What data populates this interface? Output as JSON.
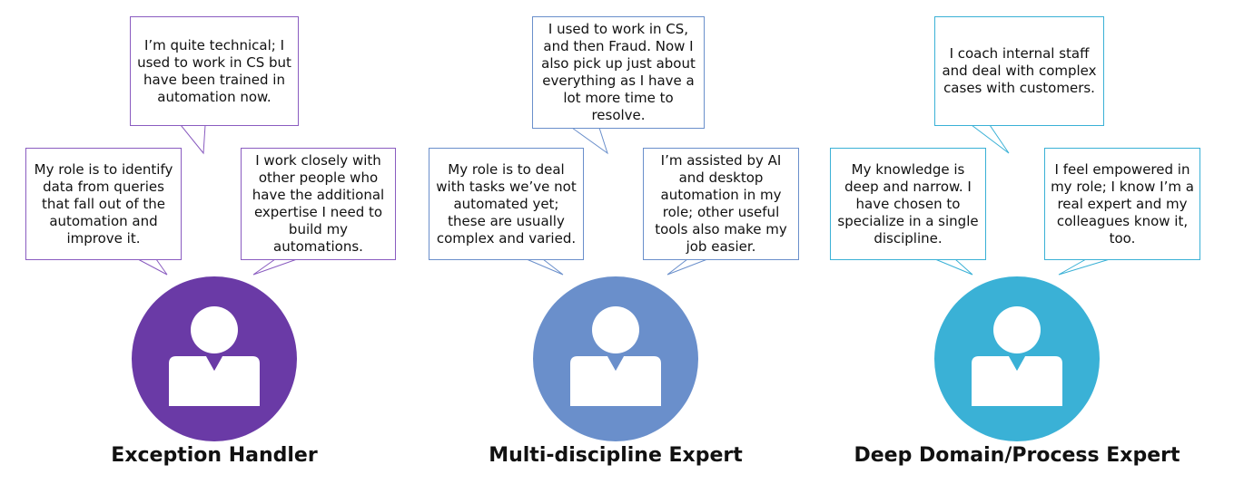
{
  "colors": {
    "exception": "#6a3aa6",
    "multi": "#6a8fcb",
    "deep": "#3ab1d6"
  },
  "personas": [
    {
      "title": "Exception Handler",
      "icon": "person-icon",
      "quotes": {
        "top": "I’m quite technical; I used to work in CS but have been trained in automation now.",
        "left": "My role is to identify data from queries that fall out of the automation and improve it.",
        "right": "I work closely with other people who have the additional expertise I need to build my automations."
      }
    },
    {
      "title": "Multi-discipline Expert",
      "icon": "person-icon",
      "quotes": {
        "top": "I used to work in CS, and then Fraud. Now I also pick up just about everything as I have a lot more time to resolve.",
        "left": "My role is to deal with tasks we’ve not automated yet; these are usually complex and varied.",
        "right": "I’m assisted by AI and desktop automation in my role; other useful tools also make my job easier."
      }
    },
    {
      "title": "Deep Domain/Process Expert",
      "icon": "person-icon",
      "quotes": {
        "top": "I coach internal staff and deal with complex cases with customers.",
        "left": "My knowledge is deep and narrow. I have chosen to specialize in a single discipline.",
        "right": "I feel empowered in my role; I know I’m a real expert and my colleagues know it, too."
      }
    }
  ]
}
